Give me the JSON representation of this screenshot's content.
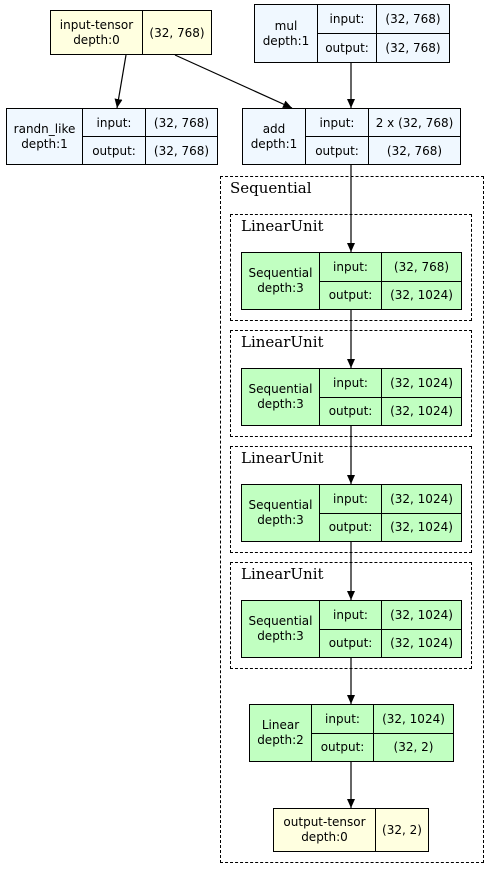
{
  "nodes": {
    "input_tensor": {
      "name": "input-tensor",
      "depth": "depth:0",
      "value": "(32, 768)"
    },
    "mul": {
      "name": "mul",
      "depth": "depth:1",
      "input_label": "input:",
      "input": "(32, 768)",
      "output_label": "output:",
      "output": "(32, 768)"
    },
    "randn_like": {
      "name": "randn_like",
      "depth": "depth:1",
      "input_label": "input:",
      "input": "(32, 768)",
      "output_label": "output:",
      "output": "(32, 768)"
    },
    "add": {
      "name": "add",
      "depth": "depth:1",
      "input_label": "input:",
      "input": "2 x (32, 768)",
      "output_label": "output:",
      "output": "(32, 768)"
    },
    "seq1": {
      "name": "Sequential",
      "depth": "depth:3",
      "input_label": "input:",
      "input": "(32, 768)",
      "output_label": "output:",
      "output": "(32, 1024)"
    },
    "seq2": {
      "name": "Sequential",
      "depth": "depth:3",
      "input_label": "input:",
      "input": "(32, 1024)",
      "output_label": "output:",
      "output": "(32, 1024)"
    },
    "seq3": {
      "name": "Sequential",
      "depth": "depth:3",
      "input_label": "input:",
      "input": "(32, 1024)",
      "output_label": "output:",
      "output": "(32, 1024)"
    },
    "seq4": {
      "name": "Sequential",
      "depth": "depth:3",
      "input_label": "input:",
      "input": "(32, 1024)",
      "output_label": "output:",
      "output": "(32, 1024)"
    },
    "linear": {
      "name": "Linear",
      "depth": "depth:2",
      "input_label": "input:",
      "input": "(32, 1024)",
      "output_label": "output:",
      "output": "(32, 2)"
    },
    "output_tensor": {
      "name": "output-tensor",
      "depth": "depth:0",
      "value": "(32, 2)"
    }
  },
  "clusters": {
    "sequential": "Sequential",
    "linear_unit_1": "LinearUnit",
    "linear_unit_2": "LinearUnit",
    "linear_unit_3": "LinearUnit",
    "linear_unit_4": "LinearUnit"
  },
  "colors": {
    "module_fill": "#f0f8ff",
    "layer_fill": "#c1ffc1",
    "tensor_fill": "#ffffe0"
  }
}
